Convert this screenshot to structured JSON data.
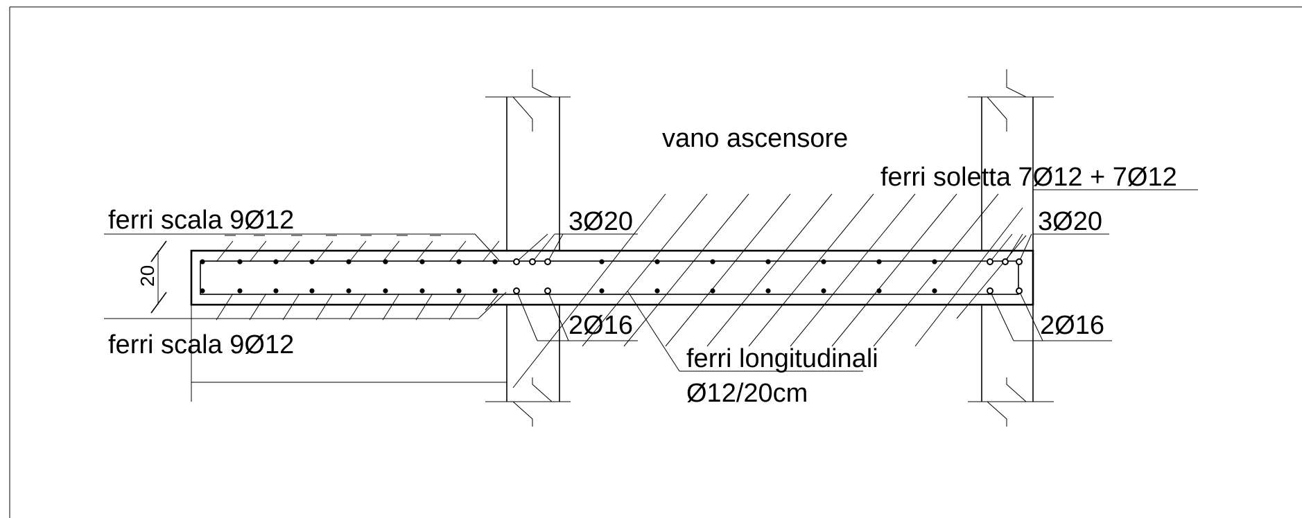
{
  "title": "",
  "labels": {
    "room": "vano ascensore",
    "slab_bars": "ferri soletta 7Ø12 + 7Ø12",
    "stair_bars_top": "ferri scala 9Ø12",
    "stair_bars_bottom": "ferri scala 9Ø12",
    "top_bars_left": "3Ø20",
    "top_bars_right": "3Ø20",
    "bottom_bars_left": "2Ø16",
    "bottom_bars_right": "2Ø16",
    "longitudinal_line1": "ferri longitudinali",
    "longitudinal_line2": "Ø12/20cm",
    "thickness_dim": "20"
  },
  "colors": {
    "line": "#000000",
    "background": "#ffffff"
  }
}
